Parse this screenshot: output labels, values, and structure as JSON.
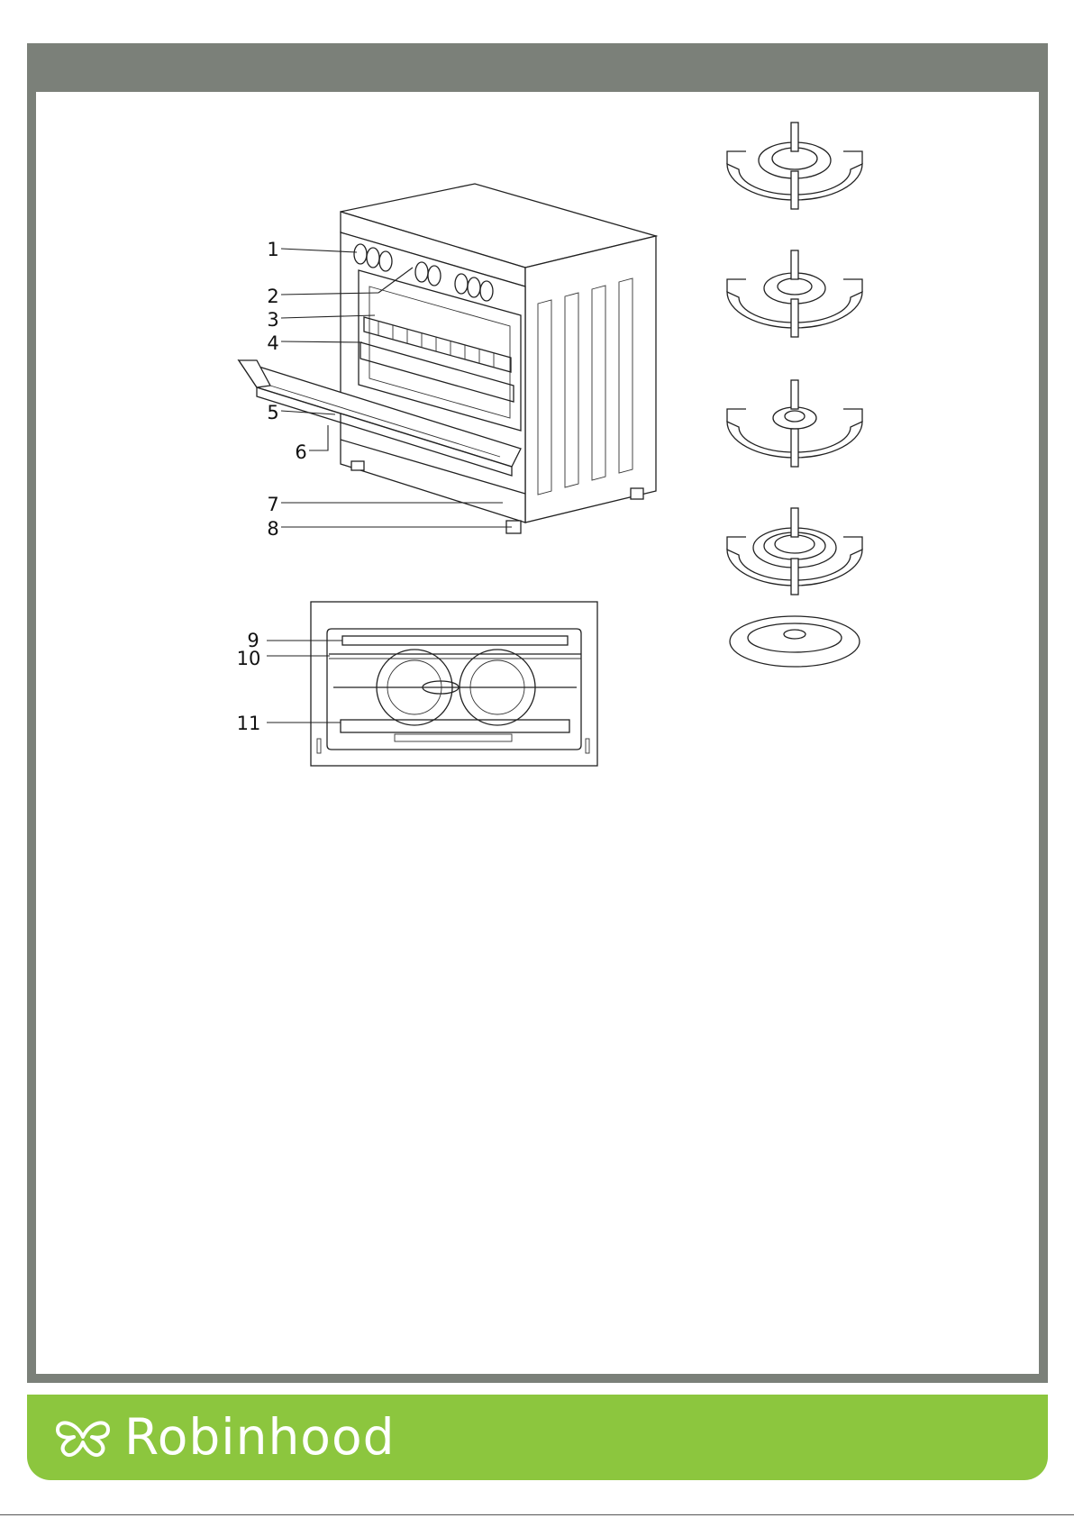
{
  "brand": {
    "name": "Robinhood",
    "logo_icon": "butterfly-logo-icon"
  },
  "diagrams": {
    "cooker_callouts": [
      "1",
      "2",
      "3",
      "4",
      "5",
      "6",
      "7",
      "8"
    ],
    "oven_callouts": [
      "9",
      "10",
      "11"
    ]
  },
  "colors": {
    "frame": "#7b8079",
    "brand_bar": "#8cc63e",
    "line": "#222222"
  }
}
